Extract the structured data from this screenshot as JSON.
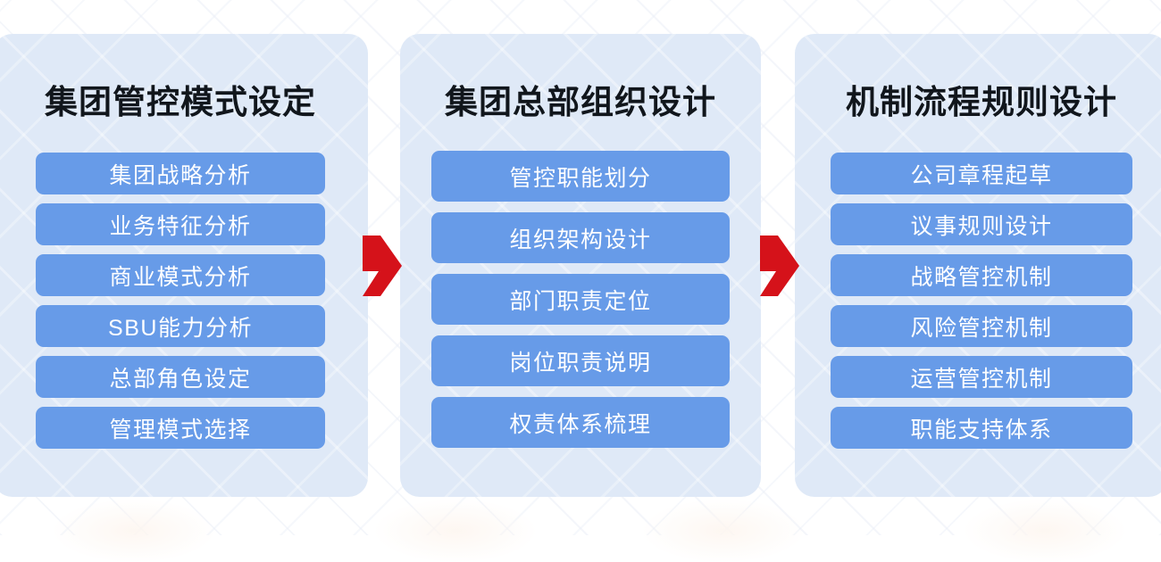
{
  "diagram": {
    "title_bar": null,
    "accent_panel_color": "#dfe9f7",
    "accent_pill_color": "#679be8",
    "arrow_color": "#d5121a",
    "columns": [
      {
        "title": "集团管控模式设定",
        "items": [
          "集团战略分析",
          "业务特征分析",
          "商业模式分析",
          "SBU能力分析",
          "总部角色设定",
          "管理模式选择"
        ]
      },
      {
        "title": "集团总部组织设计",
        "items": [
          "管控职能划分",
          "组织架构设计",
          "部门职责定位",
          "岗位职责说明",
          "权责体系梳理"
        ]
      },
      {
        "title": "机制流程规则设计",
        "items": [
          "公司章程起草",
          "议事规则设计",
          "战略管控机制",
          "风险管控机制",
          "运营管控机制",
          "职能支持体系"
        ]
      }
    ],
    "connectors": [
      {
        "icon": "chevron-right-arrow",
        "from": "集团管控模式设定",
        "to": "集团总部组织设计"
      },
      {
        "icon": "chevron-right-arrow",
        "from": "集团总部组织设计",
        "to": "机制流程规则设计"
      }
    ]
  }
}
